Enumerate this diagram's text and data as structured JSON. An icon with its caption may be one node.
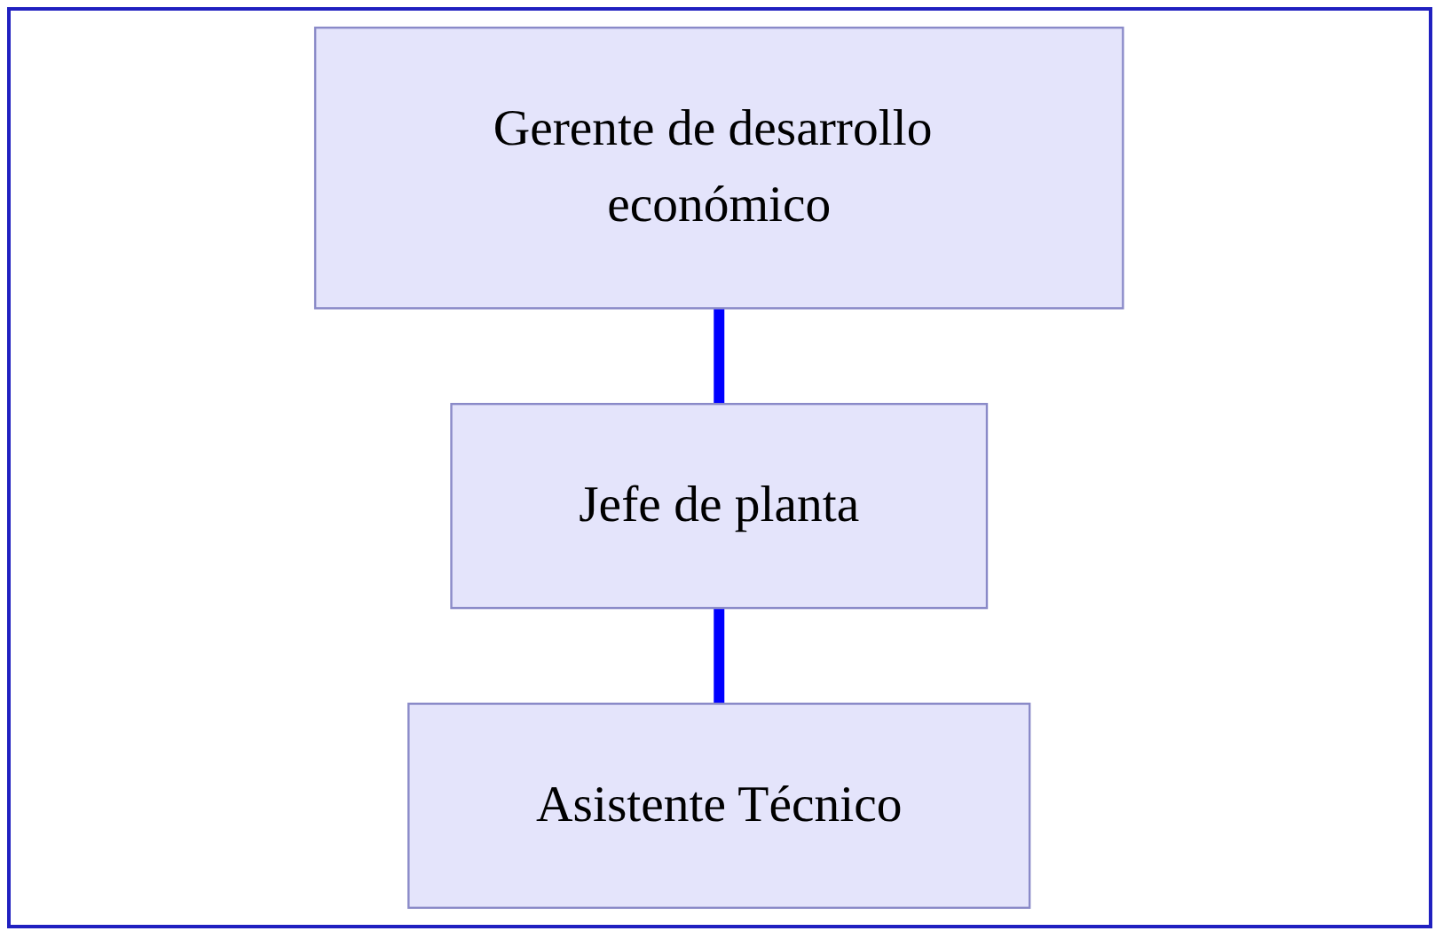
{
  "diagram": {
    "nodes": [
      {
        "text": [
          "Gerente de desarrollo económico"
        ]
      },
      {
        "text": [
          "Jefe de planta"
        ]
      },
      {
        "text": [
          "Asistente Técnico"
        ]
      }
    ],
    "edges": [
      {
        "from": 0,
        "to": 1,
        "arrow": "none"
      },
      {
        "from": 1,
        "to": 2,
        "arrow": "none"
      }
    ]
  }
}
